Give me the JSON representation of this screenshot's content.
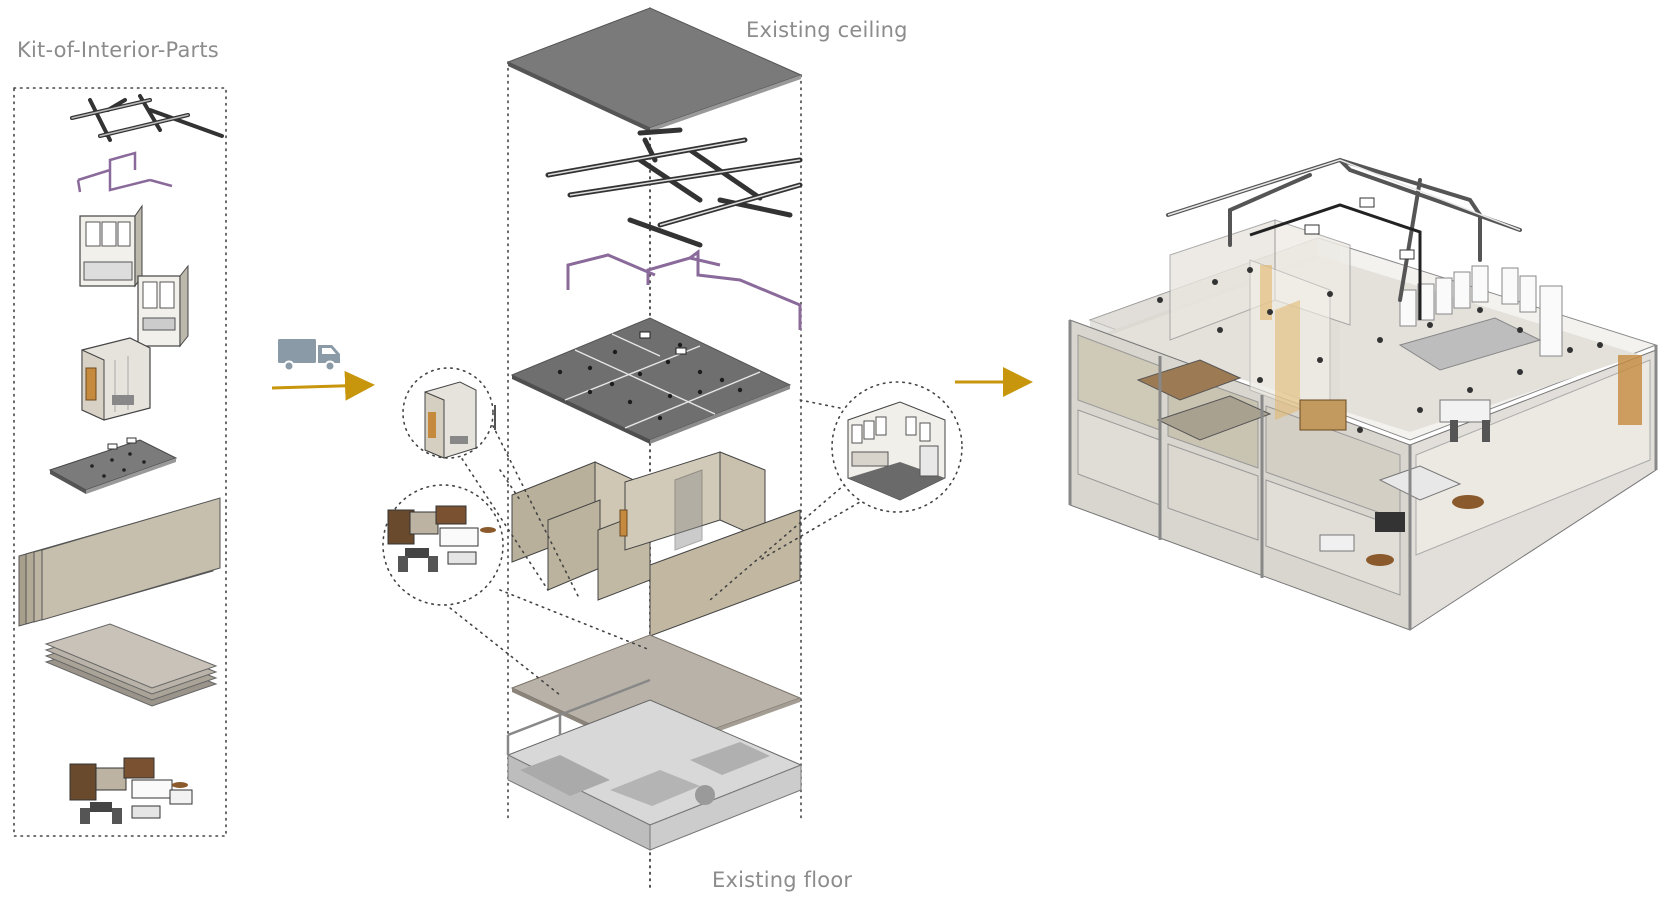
{
  "labels": {
    "kit_title": "Kit-of-Interior-Parts",
    "existing_ceiling": "Existing ceiling",
    "existing_floor": "Existing floor"
  },
  "icons": [
    "truck-icon",
    "arrow-right-icon"
  ],
  "colors": {
    "arrow": "#c8960c",
    "truck": "#8a9aa6",
    "label_text": "#8c8c8c",
    "ceiling": "#777777",
    "wall_panel": "#b7ad98",
    "floor_finish": "#b9b2a8",
    "pipe_purple": "#8a6a9a"
  }
}
